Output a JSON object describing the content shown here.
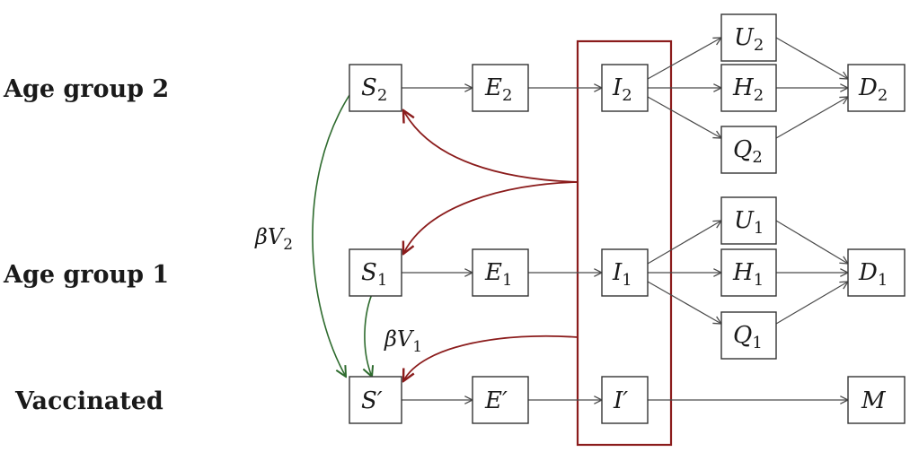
{
  "rows": [
    {
      "id": "age2",
      "label": "Age group 2"
    },
    {
      "id": "age1",
      "label": "Age group 1"
    },
    {
      "id": "vacc",
      "label": "Vaccinated"
    }
  ],
  "nodes": {
    "S2": {
      "base": "S",
      "sub": "2"
    },
    "E2": {
      "base": "E",
      "sub": "2"
    },
    "I2": {
      "base": "I",
      "sub": "2"
    },
    "U2": {
      "base": "U",
      "sub": "2"
    },
    "H2": {
      "base": "H",
      "sub": "2"
    },
    "Q2": {
      "base": "Q",
      "sub": "2"
    },
    "D2": {
      "base": "D",
      "sub": "2"
    },
    "S1": {
      "base": "S",
      "sub": "1"
    },
    "E1": {
      "base": "E",
      "sub": "1"
    },
    "I1": {
      "base": "I",
      "sub": "1"
    },
    "U1": {
      "base": "U",
      "sub": "1"
    },
    "H1": {
      "base": "H",
      "sub": "1"
    },
    "Q1": {
      "base": "Q",
      "sub": "1"
    },
    "D1": {
      "base": "D",
      "sub": "1"
    },
    "Sv": {
      "base": "S′",
      "sub": ""
    },
    "Ev": {
      "base": "E′",
      "sub": ""
    },
    "Iv": {
      "base": "I′",
      "sub": ""
    },
    "M": {
      "base": "M",
      "sub": ""
    }
  },
  "rates": {
    "v2": {
      "base": "βV",
      "sub": "2"
    },
    "v1": {
      "base": "βV",
      "sub": "1"
    }
  },
  "colors": {
    "infection": "#8b1c1c",
    "vaccination": "#2e6b2e",
    "transition": "#4a4a4a"
  }
}
